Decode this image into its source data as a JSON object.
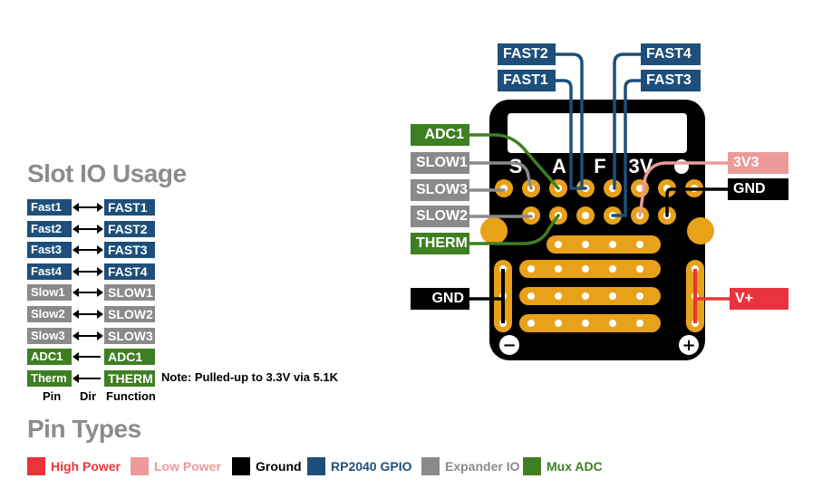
{
  "slot_io": {
    "title": "Slot IO Usage",
    "rows": [
      {
        "pin": "Fast1",
        "function": "FAST1",
        "color": "#1d4f7a"
      },
      {
        "pin": "Fast2",
        "function": "FAST2",
        "color": "#1d4f7a"
      },
      {
        "pin": "Fast3",
        "function": "FAST3",
        "color": "#1d4f7a"
      },
      {
        "pin": "Fast4",
        "function": "FAST4",
        "color": "#1d4f7a"
      },
      {
        "pin": "Slow1",
        "function": "SLOW1",
        "color": "#8a8a8a"
      },
      {
        "pin": "Slow2",
        "function": "SLOW2",
        "color": "#8a8a8a"
      },
      {
        "pin": "Slow3",
        "function": "SLOW3",
        "color": "#8a8a8a"
      },
      {
        "pin": "ADC1",
        "function": "ADC1",
        "color": "#3f7f23"
      },
      {
        "pin": "Therm",
        "function": "THERM",
        "color": "#3f7f23"
      }
    ],
    "note": "Note: Pulled-up to 3.3V via 5.1K",
    "col_pin": "Pin",
    "col_dir": "Dir",
    "col_function": "Function"
  },
  "pin_types": {
    "title": "Pin Types",
    "items": [
      {
        "label": "High Power",
        "color": "#e8343a"
      },
      {
        "label": "Low Power",
        "color": "#ec9a9a"
      },
      {
        "label": "Ground",
        "color": "#000000"
      },
      {
        "label": "RP2040 GPIO",
        "color": "#1d4f7a"
      },
      {
        "label": "Expander IO",
        "color": "#8a8a8a"
      },
      {
        "label": "Mux ADC",
        "color": "#3f7f23"
      }
    ]
  },
  "board": {
    "header_letters": [
      "S",
      "A",
      "F",
      "3V"
    ],
    "minus": "−",
    "plus": "+",
    "labels": {
      "fast1": "FAST1",
      "fast2": "FAST2",
      "fast3": "FAST3",
      "fast4": "FAST4",
      "adc1": "ADC1",
      "slow1": "SLOW1",
      "slow2": "SLOW2",
      "slow3": "SLOW3",
      "therm": "THERM",
      "gnd_left": "GND",
      "v3v3": "3V3",
      "gnd_right": "GND",
      "vplus": "V+"
    }
  }
}
